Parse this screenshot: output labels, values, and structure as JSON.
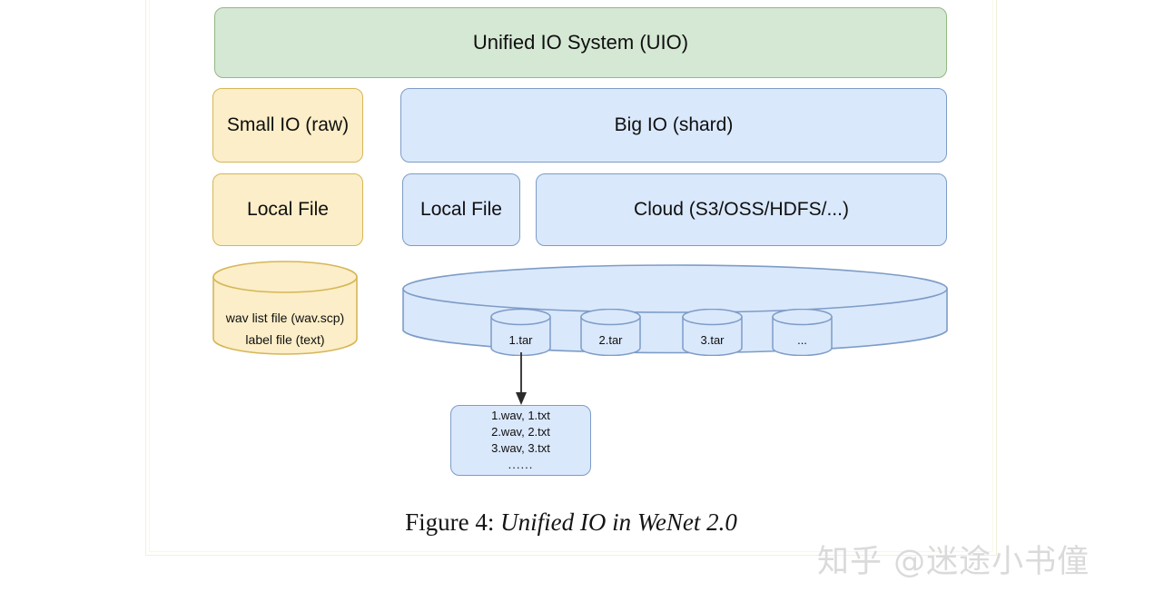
{
  "figure": {
    "caption_prefix": "Figure 4:",
    "caption_title": "Unified IO in WeNet 2.0"
  },
  "watermark": {
    "text": "知乎 @迷途小书僮"
  },
  "colors": {
    "green_fill": "#d5e8d4",
    "green_stroke": "#93b884",
    "yellow_fill": "#fbeec8",
    "yellow_stroke": "#d6b656",
    "blue_fill": "#dae8fc",
    "blue_stroke": "#7d9cc6",
    "frame_stroke": "#f4f0dc",
    "text": "#0f0f0f",
    "watermark": "#d9d9d9"
  },
  "diagram": {
    "top_layer": {
      "label": "Unified IO System (UIO)"
    },
    "io_layer": {
      "small_io": "Small IO (raw)",
      "big_io": "Big IO (shard)"
    },
    "storage_layer": {
      "local_file_small": "Local File",
      "local_file_big": "Local File",
      "cloud": "Cloud (S3/OSS/HDFS/...)"
    },
    "small_io_store": {
      "line1": "wav list file (wav.scp)",
      "line2": "label file (text)"
    },
    "shard_store": {
      "shards": [
        "1.tar",
        "2.tar",
        "3.tar",
        "..."
      ]
    },
    "shard_contents": {
      "lines": [
        "1.wav, 1.txt",
        "2.wav, 2.txt",
        "3.wav, 3.txt"
      ],
      "ellipsis": "......"
    }
  }
}
